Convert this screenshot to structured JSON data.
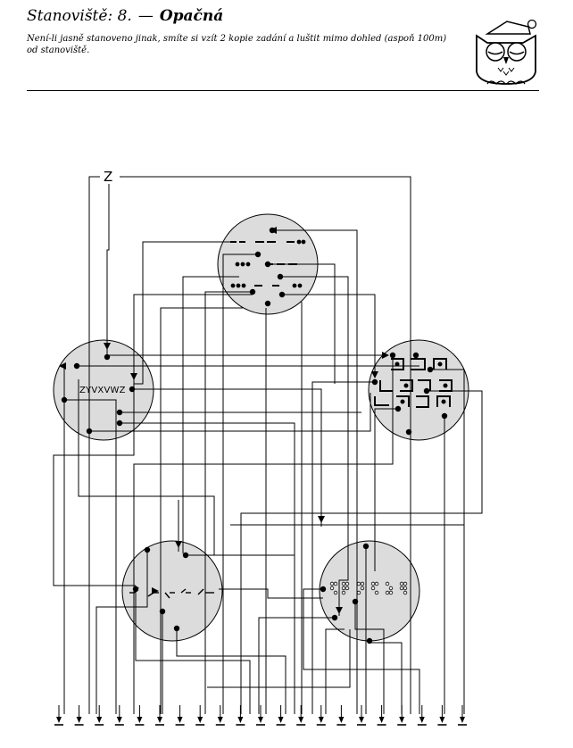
{
  "header": {
    "station_label": "Stanoviště: 8.",
    "dash": "—",
    "puzzle_name": "Opačná",
    "note_line1": "Není-li jasně stanoveno jinak, smíte si vzít 2 kopie zadání a luštit mimo dohled (aspoň 100m)",
    "note_line2": "od stanoviště."
  },
  "logo": {
    "icon": "owl-with-sleeping-cap-icon"
  },
  "puzzle": {
    "start_label": "Z",
    "circle_letters": "ZYVXVWZ",
    "colors": {
      "circle_fill": "#dcdcdc",
      "line": "#000000"
    },
    "circle_codes": [
      "morse-code",
      "plain-letters",
      "pigpen-cipher",
      "semaphore",
      "braille"
    ],
    "output_count": 21
  }
}
